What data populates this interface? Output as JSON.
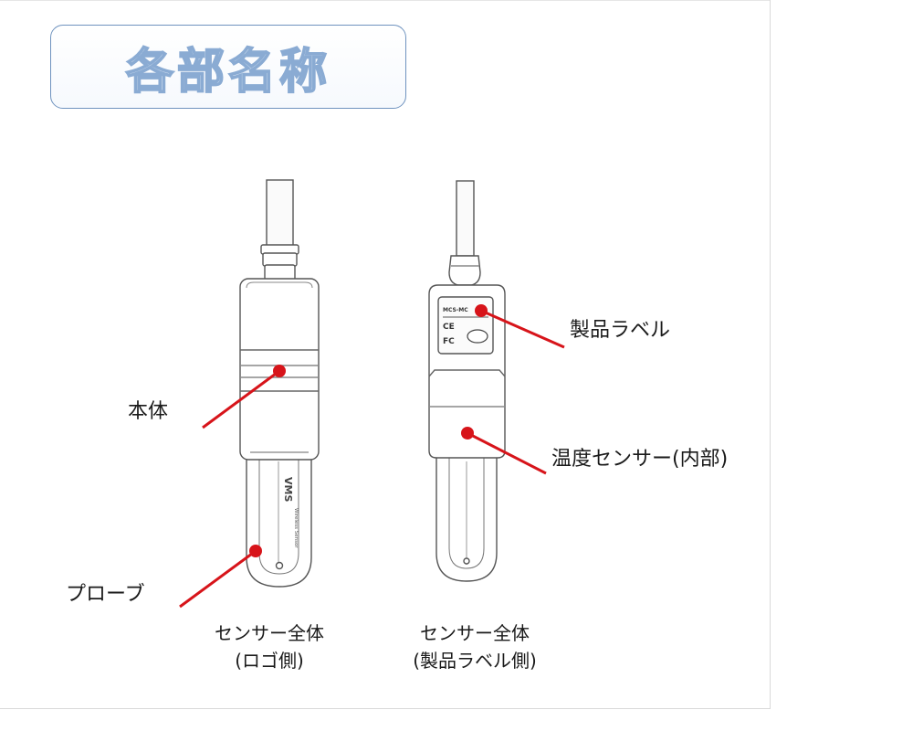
{
  "title": "各部名称",
  "labels": {
    "body": "本体",
    "probe": "プローブ",
    "product_label": "製品ラベル",
    "temp_sensor": "温度センサー(内部)"
  },
  "captions": {
    "left_line1": "センサー全体",
    "left_line2": "(ロゴ側)",
    "right_line1": "センサー全体",
    "right_line2": "(製品ラベル側)"
  },
  "device_text": {
    "left_probe_logo": "VMS",
    "left_probe_sub": "Wireless Sensor",
    "right_label_code": "MCS-MC",
    "right_label_mark_ce": "CE",
    "right_label_mark_fc": "FC"
  },
  "colors": {
    "marker": "#d7141a",
    "title_border": "#6f93bf",
    "outline": "#555555"
  }
}
